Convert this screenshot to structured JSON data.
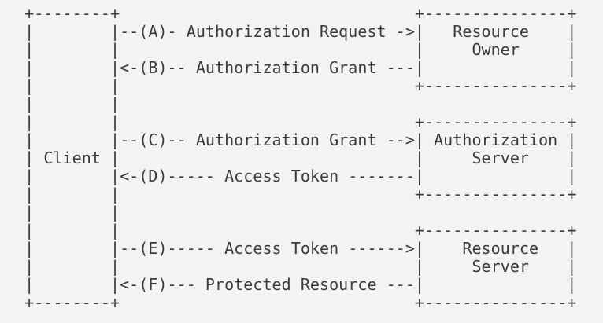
{
  "colors": {
    "background": "#f4f3f1",
    "text": "#3b3b3b"
  },
  "diagram": {
    "kind": "ascii-protocol-flow",
    "entities": [
      {
        "name": "Client",
        "position": "left"
      },
      {
        "name": "Resource Owner",
        "position": "right-top"
      },
      {
        "name": "Authorization Server",
        "position": "right-middle"
      },
      {
        "name": "Resource Server",
        "position": "right-bottom"
      }
    ],
    "flows": [
      {
        "step": "A",
        "label": "Authorization Request",
        "from": "Client",
        "to": "Resource Owner"
      },
      {
        "step": "B",
        "label": "Authorization Grant",
        "from": "Resource Owner",
        "to": "Client"
      },
      {
        "step": "C",
        "label": "Authorization Grant",
        "from": "Client",
        "to": "Authorization Server"
      },
      {
        "step": "D",
        "label": "Access Token",
        "from": "Authorization Server",
        "to": "Client"
      },
      {
        "step": "E",
        "label": "Access Token",
        "from": "Client",
        "to": "Resource Server"
      },
      {
        "step": "F",
        "label": "Protected Resource",
        "from": "Resource Server",
        "to": "Client"
      }
    ],
    "ascii_art": "  +--------+                               +---------------+\n  |        |--(A)- Authorization Request ->|   Resource    |\n  |        |                               |     Owner     |\n  |        |<-(B)-- Authorization Grant ---|               |\n  |        |                               +---------------+\n  |        |\n  |        |                               +---------------+\n  |        |--(C)-- Authorization Grant -->| Authorization |\n  | Client |                               |     Server    |\n  |        |<-(D)----- Access Token -------|               |\n  |        |                               +---------------+\n  |        |\n  |        |                               +---------------+\n  |        |--(E)----- Access Token ------>|    Resource   |\n  |        |                               |     Server    |\n  |        |<-(F)--- Protected Resource ---|               |\n  +--------+                               +---------------+"
  }
}
